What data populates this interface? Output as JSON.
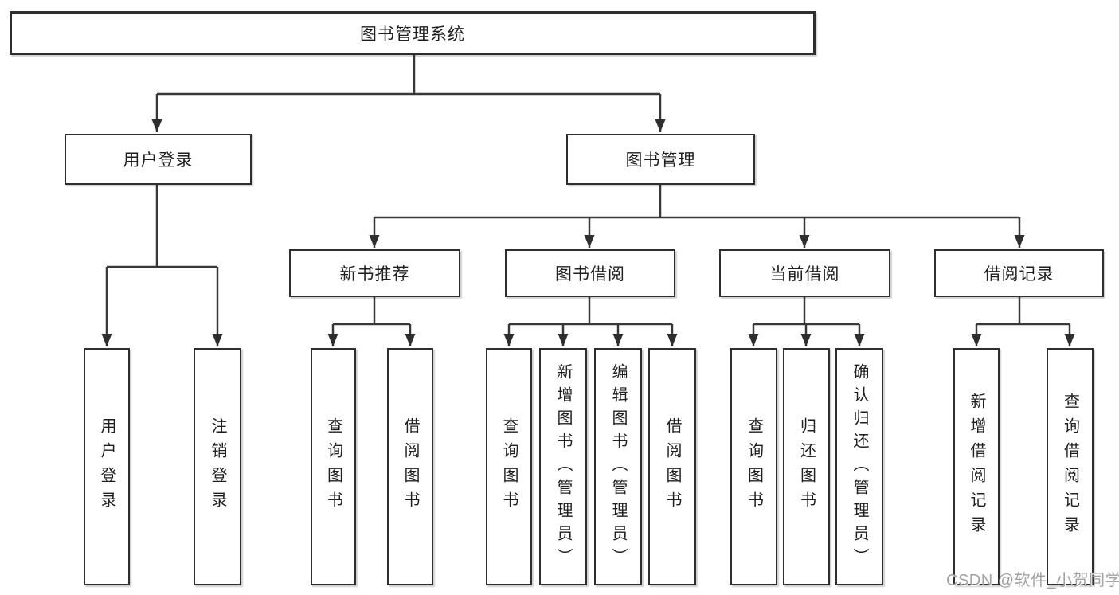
{
  "diagram": {
    "root": {
      "label": "图书管理系统"
    },
    "branches": [
      {
        "label": "用户登录",
        "children": [
          "用户登录",
          "注销登录"
        ]
      },
      {
        "label": "图书管理",
        "groups": [
          {
            "label": "新书推荐",
            "children": [
              "查询图书",
              "借阅图书"
            ]
          },
          {
            "label": "图书借阅",
            "children": [
              "查询图书",
              "新增图书（管理员）",
              "编辑图书（管理员）",
              "借阅图书"
            ]
          },
          {
            "label": "当前借阅",
            "children": [
              "查询图书",
              "归还图书",
              "确认归还（管理员）"
            ]
          },
          {
            "label": "借阅记录",
            "children": [
              "新增借阅记录",
              "查询借阅记录"
            ]
          }
        ]
      }
    ],
    "colors": {
      "line": "#383838",
      "border": "#2e2e2e",
      "text": "#1f1f1f",
      "watermark": "#a3a3a3",
      "background": "#ffffff"
    },
    "watermark": "CSDN @软件_小贺同学"
  }
}
